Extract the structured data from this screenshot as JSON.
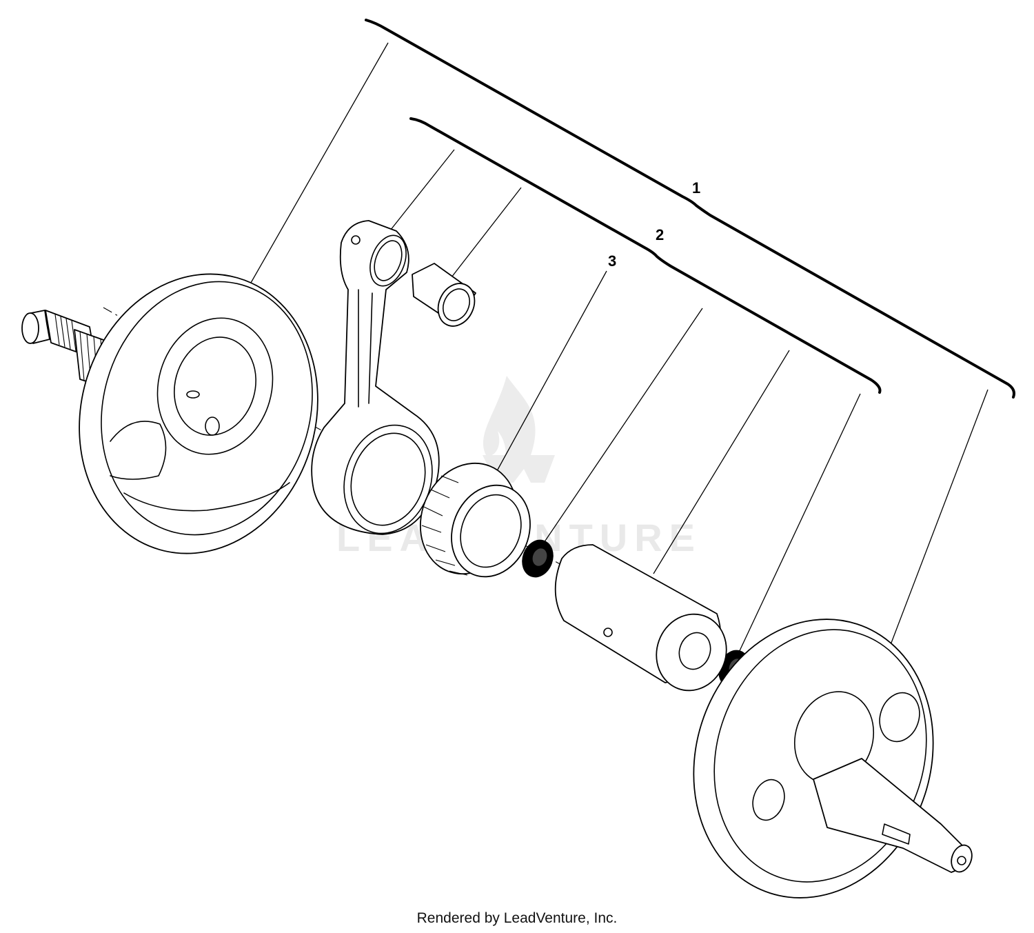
{
  "callouts": {
    "ref_1": "1",
    "ref_2": "2",
    "ref_3": "3"
  },
  "watermark": {
    "text": "LEADVENTURE",
    "logo_icon": "flame-logo-icon"
  },
  "footer": {
    "text": "Rendered by LeadVenture, Inc."
  },
  "colors": {
    "line": "#000000",
    "background": "#ffffff",
    "watermark": "#e9e9e9"
  }
}
